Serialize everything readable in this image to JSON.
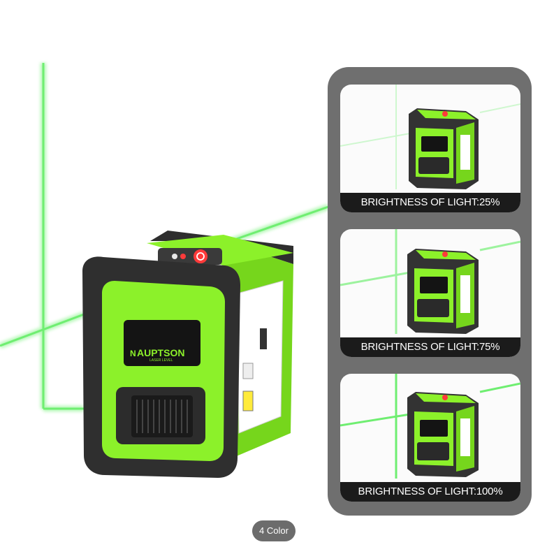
{
  "product": {
    "brand_text": "AUPTSON",
    "brand_subtext": "LASER LEVEL",
    "brand_color": "#8cf12a",
    "laser_color": "#7df07f"
  },
  "brightness_cards": [
    {
      "caption": "BRIGHTNESS OF LIGHT:25%",
      "brightness": 0.25
    },
    {
      "caption": "BRIGHTNESS OF LIGHT:75%",
      "brightness": 0.75
    },
    {
      "caption": "BRIGHTNESS OF LIGHT:100%",
      "brightness": 1.0
    }
  ],
  "color_badge": {
    "label": "4 Color"
  }
}
